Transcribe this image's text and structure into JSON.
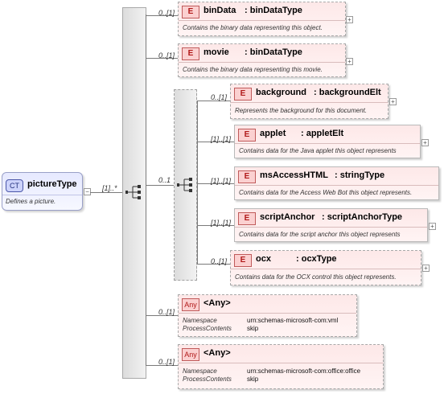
{
  "root": {
    "kind_badge": "CT",
    "name": "pictureType",
    "doc": "Defines a picture."
  },
  "root_multiplicity": "[1]..*",
  "sequence_label": "0..1",
  "elements": [
    {
      "badge": "E",
      "name": "binData",
      "type": ": binDataType",
      "multiplicity": "0..[1]",
      "doc": "Contains the binary data representing this object."
    },
    {
      "badge": "E",
      "name": "movie",
      "type": ": binDataType",
      "multiplicity": "0..[1]",
      "doc": "Contains the binary data representing this movie."
    },
    {
      "badge": "E",
      "name": "background",
      "type": ": backgroundElt",
      "multiplicity": "0..[1]",
      "doc": "Represents the background for this document."
    },
    {
      "badge": "E",
      "name": "applet",
      "type": ": appletElt",
      "multiplicity": "[1]..[1]",
      "doc": "Contains data for the Java applet this object represents"
    },
    {
      "badge": "E",
      "name": "msAccessHTML",
      "type": ": stringType",
      "multiplicity": "[1]..[1]",
      "doc": "Contains data for the Access Web Bot this object represents."
    },
    {
      "badge": "E",
      "name": "scriptAnchor",
      "type": ": scriptAnchorType",
      "multiplicity": "[1]..[1]",
      "doc": "Contains data for the script anchor this object represents"
    },
    {
      "badge": "E",
      "name": "ocx",
      "type": ": ocxType",
      "multiplicity": "0..[1]",
      "doc": "Contains data for the OCX control this object represents."
    }
  ],
  "any_items": [
    {
      "badge": "Any",
      "name": "<Any>",
      "multiplicity": "0..[1]",
      "namespace_label": "Namespace",
      "namespace": "urn:schemas-microsoft-com:vml",
      "process_label": "ProcessContents",
      "process": "skip"
    },
    {
      "badge": "Any",
      "name": "<Any>",
      "multiplicity": "0..[1]",
      "namespace_label": "Namespace",
      "namespace": "urn:schemas-microsoft-com:office:office",
      "process_label": "ProcessContents",
      "process": "skip"
    }
  ],
  "expand_glyph": "+"
}
